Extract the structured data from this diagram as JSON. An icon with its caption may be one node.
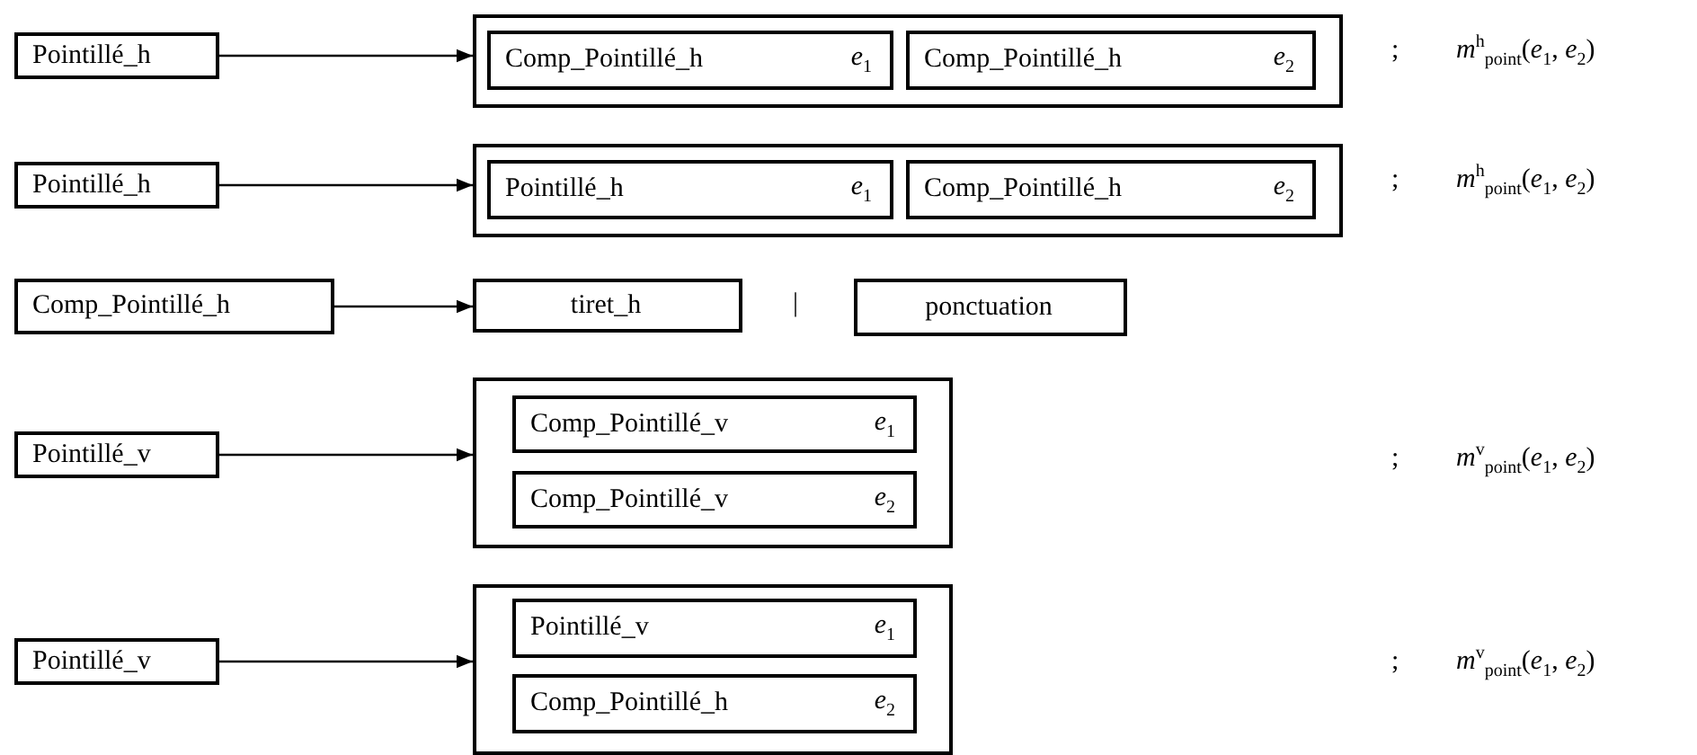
{
  "diagram": {
    "nodes": [
      {
        "text": [
          "Pointillé_h"
        ]
      },
      {
        "text": [],
        "shape": "box"
      },
      {
        "text": [
          "Comp_Pointillé_h",
          "*e*$_{1}$"
        ],
        "in": 1
      },
      {
        "text": [
          "Comp_Pointillé_h",
          "*e*$_{2}$"
        ],
        "in": 1
      },
      {
        "text": [
          "Pointillé_h"
        ]
      },
      {
        "text": [],
        "shape": "box"
      },
      {
        "text": [
          "Pointillé_h",
          "*e*$_{1}$"
        ],
        "in": 5
      },
      {
        "text": [
          "Comp_Pointillé_h",
          "*e*$_{2}$"
        ],
        "in": 5
      },
      {
        "text": [
          "Comp_Pointillé_h"
        ]
      },
      {
        "text": [
          "tiret_h"
        ]
      },
      {
        "text": [
          "ponctuation"
        ]
      },
      {
        "text": [
          "Pointillé_v"
        ]
      },
      {
        "text": [],
        "shape": "box"
      },
      {
        "text": [
          "Comp_Pointillé_v",
          "*e*$_{1}$"
        ],
        "in": 12
      },
      {
        "text": [
          "Comp_Pointillé_v",
          "*e*$_{2}$"
        ],
        "in": 12
      },
      {
        "text": [
          "Pointillé_v"
        ]
      },
      {
        "text": [],
        "shape": "box"
      },
      {
        "text": [
          "Pointillé_v",
          "*e*$_{1}$"
        ],
        "in": 16
      },
      {
        "text": [
          "Comp_Pointillé_h",
          "*e*$_{2}$"
        ],
        "in": 16
      }
    ],
    "edges": [
      {
        "from": 0,
        "to": 1,
        "arrow": "to"
      },
      {
        "from": 4,
        "to": 5,
        "arrow": "to"
      },
      {
        "from": 8,
        "to": 9,
        "arrow": "to"
      },
      {
        "from": 11,
        "to": 12,
        "arrow": "to"
      },
      {
        "from": 15,
        "to": 16,
        "arrow": "to"
      }
    ],
    "labels": [
      ";",
      "*m*$^{h}$$_{point}$(*e*$_{1}$, *e*$_{2}$)",
      ";",
      "*m*$^{h}$$_{point}$(*e*$_{1}$, *e*$_{2}$)",
      "|",
      ";",
      "*m*$^{v}$$_{point}$(*e*$_{1}$, *e*$_{2}$)",
      ";",
      "*m*$^{v}$$_{point}$(*e*$_{1}$, *e*$_{2}$)"
    ]
  }
}
